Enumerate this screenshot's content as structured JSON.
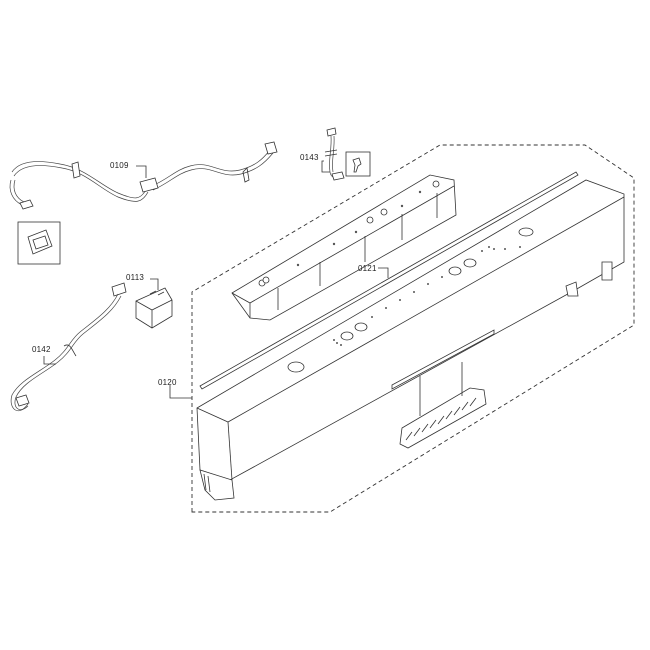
{
  "diagram": {
    "subject": "Dishwasher control panel exploded parts view",
    "background_color": "#ffffff",
    "line_color": "#333333",
    "callouts": [
      {
        "id": "0109",
        "label": "0109",
        "part": "wire harness"
      },
      {
        "id": "0143",
        "label": "0143",
        "part": "wire lead with connector"
      },
      {
        "id": "0113",
        "label": "0113",
        "part": "connector block"
      },
      {
        "id": "0142",
        "label": "0142",
        "part": "wire harness"
      },
      {
        "id": "0121",
        "label": "0121",
        "part": "seal strip"
      },
      {
        "id": "0120",
        "label": "0120",
        "part": "control panel assembly"
      }
    ]
  }
}
